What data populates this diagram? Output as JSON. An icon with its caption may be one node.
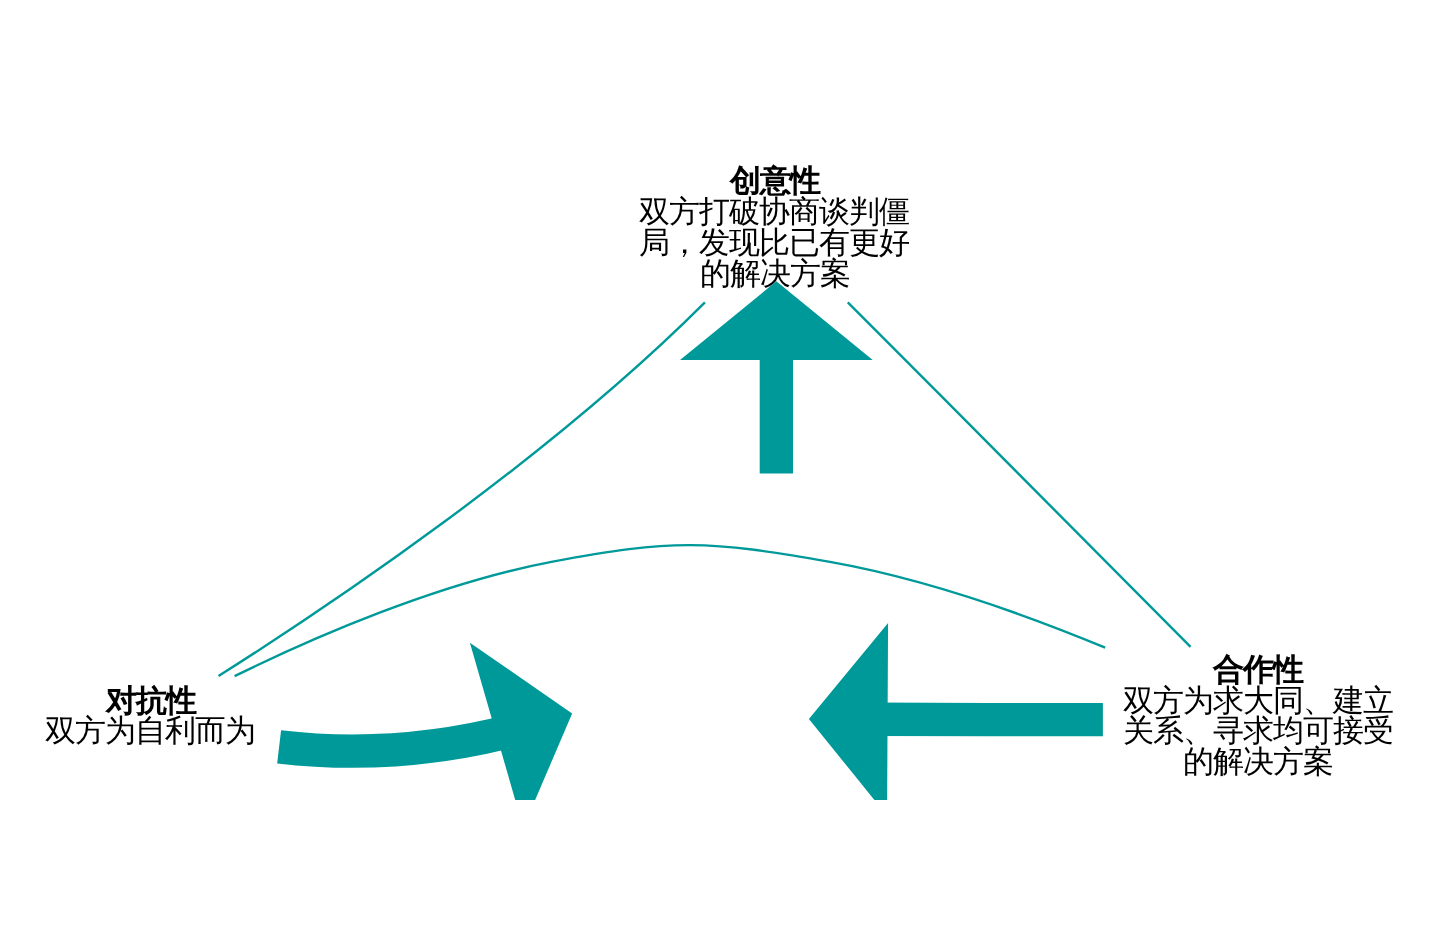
{
  "diagram": {
    "nodes": [
      {
        "text": [
          "创意性",
          "双方打破协商谈判僵局，发现比已有更好的解决方案"
        ]
      },
      {
        "text": [
          "对抗性",
          "双方为自利而为"
        ]
      },
      {
        "text": [
          "合作性",
          "双方为求大同、建立关系、寻求均可接受的解决方案"
        ]
      }
    ],
    "edges": [
      {
        "from": 0,
        "to": 1,
        "arrow": "none"
      },
      {
        "from": 1,
        "to": 2,
        "arrow": "none"
      },
      {
        "from": 2,
        "to": 0,
        "arrow": "none"
      },
      {
        "from": null,
        "to": 0,
        "arrow": "to",
        "style": "thick"
      },
      {
        "from": 1,
        "to": null,
        "arrow": "to",
        "style": "thick"
      },
      {
        "from": 2,
        "to": null,
        "arrow": "to",
        "style": "thick"
      }
    ]
  }
}
